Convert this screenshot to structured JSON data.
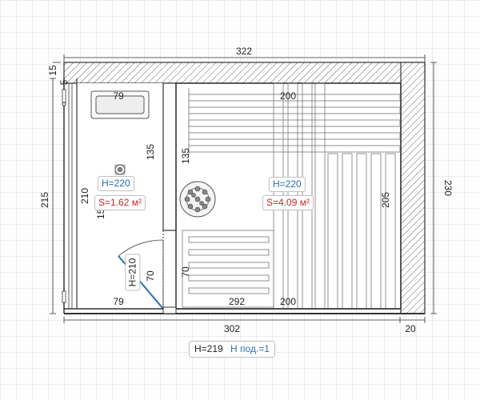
{
  "dimensions": {
    "top_width": "322",
    "right_height": "230",
    "left_outer": "215",
    "left_inner": "210",
    "left_top_15": "15",
    "left_top_5": "5",
    "bottom_width": "302",
    "bottom_right": "20",
    "bench_top": "79",
    "bench_bottom": "79",
    "partition_upper_left": "135",
    "partition_upper_right": "135",
    "door_height": "70",
    "door_height_right": "70",
    "room_top": "200",
    "room_bottom": "200",
    "room_bottom_total": "292",
    "room_right": "205",
    "wash_cut": "150"
  },
  "rooms": {
    "wash": {
      "height": "H=220",
      "area": "S=1.62 м²"
    },
    "sauna": {
      "height": "H=220",
      "area": "S=4.09 м²"
    }
  },
  "door": {
    "label": "H=210"
  },
  "footer": {
    "height": "H=219",
    "floor": "H под.=1"
  },
  "colors": {
    "grid_major": "#cfd4da",
    "grid_minor": "#e6e9ec",
    "wall": "#333333",
    "hatch": "#555555",
    "blue": "#2c6fb0",
    "red": "#c62828"
  }
}
